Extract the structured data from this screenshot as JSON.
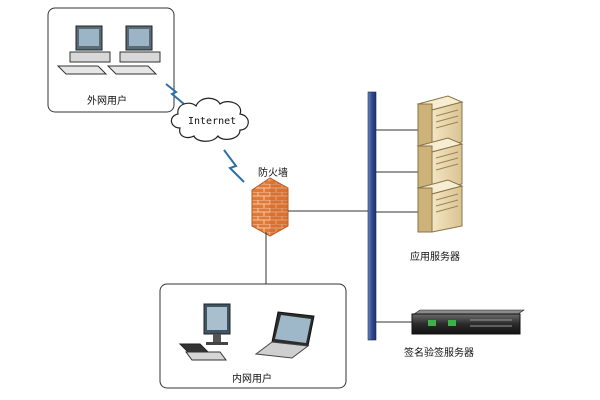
{
  "labels": {
    "external_users": "外网用户",
    "internet": "Internet",
    "firewall": "防火墙",
    "app_servers": "应用服务器",
    "sign_server": "签名验签服务器",
    "internal_users": "内网用户"
  },
  "colors": {
    "bus": "#2e4a8c",
    "firewall_brick": "#e07a3a",
    "server_body": "#e9d8b0",
    "box_border": "#333333"
  },
  "icons": [
    "desktop-computer-icon",
    "cloud-icon",
    "lightning-link-icon",
    "firewall-icon",
    "tower-server-icon",
    "rack-server-icon",
    "laptop-icon"
  ]
}
